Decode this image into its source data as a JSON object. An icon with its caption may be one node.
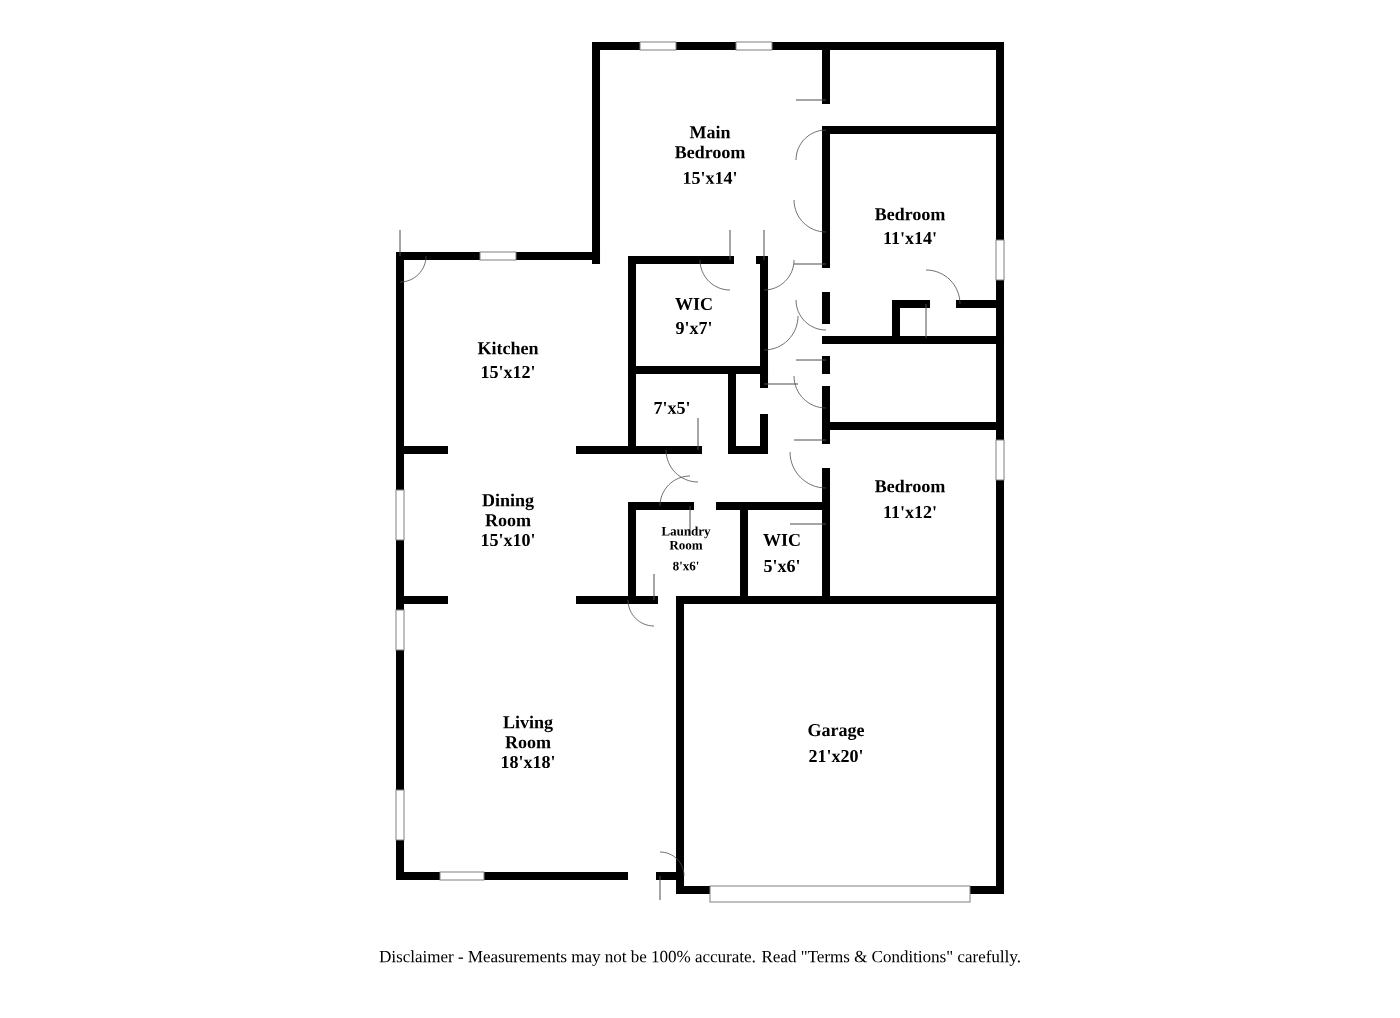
{
  "diagram": {
    "caption": "Disclaimer - Measurements may not be 100% accurate. Read \"Terms & Conditions\" carefully.",
    "labels": [
      "Main Bedroom",
      "15'x14'",
      "Bedroom",
      "11'x14'",
      "WIC",
      "9'x7'",
      "Kitchen",
      "15'x12'",
      "7'x5'",
      "Dining Room",
      "15'x10'",
      "Bedroom",
      "11'x12'",
      "Laundry Room",
      "8'x6'",
      "WIC",
      "5'x6'",
      "Living Room",
      "18'x18'",
      "Garage",
      "21'x20'"
    ]
  }
}
